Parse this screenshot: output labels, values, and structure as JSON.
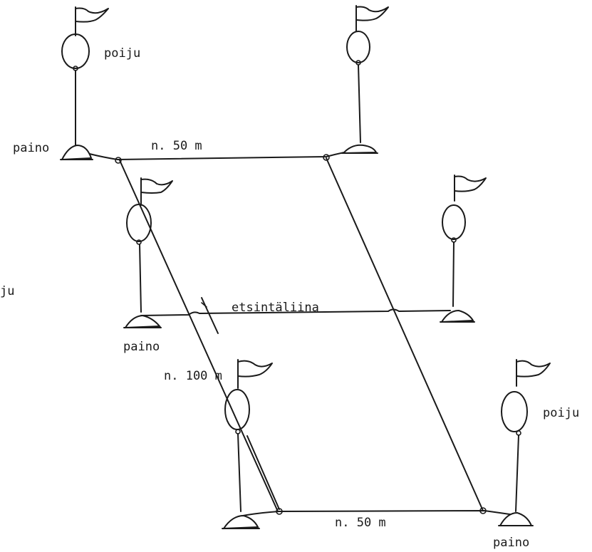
{
  "labels": {
    "buoy_top_left": "poiju",
    "weight_top_left": "paino",
    "distance_top": "n. 50 m",
    "search_line": "etsintäliina",
    "weight_middle_left": "paino",
    "distance_diagonal": "n. 100 m",
    "buoy_bottom_right": "poiju",
    "distance_bottom": "n. 50 m",
    "weight_bottom_right": "paino",
    "cut_off_left": "ju"
  },
  "icons": {
    "buoy": "buoy-flag-icon",
    "weight": "anchor-weight-icon"
  }
}
